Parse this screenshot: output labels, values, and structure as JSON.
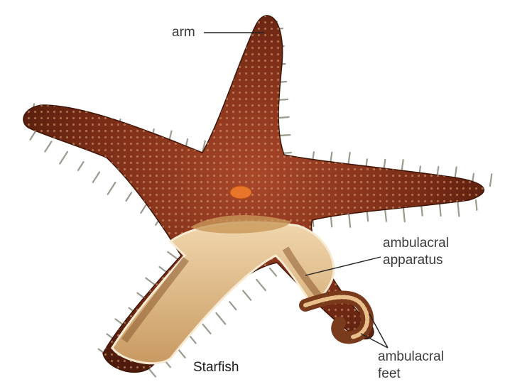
{
  "diagram": {
    "title": "Starfish",
    "labels": {
      "arm": "arm",
      "apparatus_line1": "ambulacral",
      "apparatus_line2": "apparatus",
      "feet_line1": "ambulacral",
      "feet_line2": "feet"
    }
  },
  "colors": {
    "body": "#6e2612",
    "body_light": "#9a3f22",
    "underside": "#e7c597",
    "underside_dark": "#b98a55",
    "spine": "#9a9a8e",
    "madreporite": "#e8752a",
    "leader_line": "#222222",
    "text": "#3a3a3a"
  }
}
